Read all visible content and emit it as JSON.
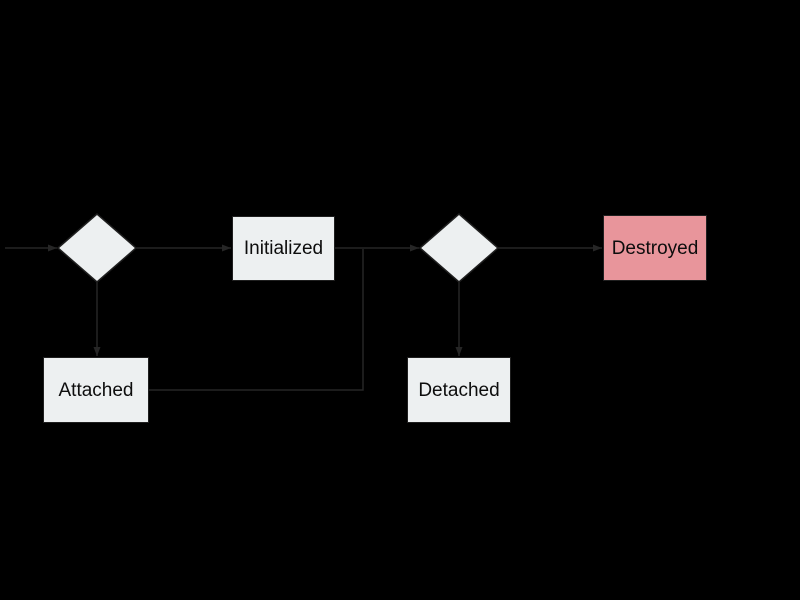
{
  "theme": {
    "background": "#000000",
    "edge_color": "#262626",
    "node_fill": "#edf0f1",
    "node_border": "#1f1f1f",
    "destroyed_fill": "#e8959b",
    "text_color": "#0d0d0d"
  },
  "nodes": {
    "decision1": {
      "shape": "diamond",
      "label": ""
    },
    "initialized": {
      "shape": "rect",
      "label": "Initialized"
    },
    "attached": {
      "shape": "rect",
      "label": "Attached"
    },
    "decision2": {
      "shape": "diamond",
      "label": ""
    },
    "detached": {
      "shape": "rect",
      "label": "Detached"
    },
    "destroyed": {
      "shape": "rect",
      "label": "Destroyed"
    }
  },
  "edges": [
    {
      "from": "start",
      "to": "decision1",
      "arrow": true
    },
    {
      "from": "decision1",
      "to": "initialized",
      "arrow": true
    },
    {
      "from": "decision1",
      "to": "attached",
      "arrow": true
    },
    {
      "from": "initialized",
      "to": "decision2",
      "arrow": true
    },
    {
      "from": "attached",
      "to": "decision2",
      "arrow": false
    },
    {
      "from": "decision2",
      "to": "destroyed",
      "arrow": true
    },
    {
      "from": "decision2",
      "to": "detached",
      "arrow": true
    }
  ]
}
